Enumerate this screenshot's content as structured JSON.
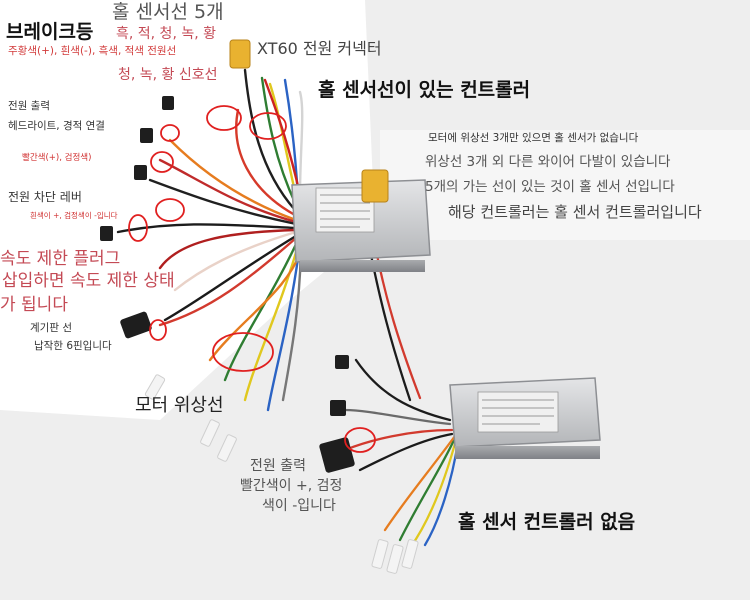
{
  "image": {
    "colors": {
      "background": "#f1f1f1",
      "paper": "#ffffff",
      "controller_body": "#c9cacc",
      "controller_edge": "#8d8f93",
      "xt60_connector": "#e9b230",
      "annotation_red": "#e02020"
    },
    "labels": {
      "brake_light": "브레이크등",
      "brake_light_wires": "주황색(+), 흰색(-), 흑색, 적색 전원선",
      "hall_5": "홀 센서선 5개",
      "hall_5_colors": "흑, 적, 청, 녹, 황",
      "hall_5_signal": "청, 녹, 황 신호선",
      "xt60": "XT60 전원 커넥터",
      "hall_controller": "홀 센서선이 있는 컨트롤러",
      "power_out_1": "전원 출력",
      "power_out_2": "헤드라이트, 경적 연결",
      "power_out_colors": "빨간색(+), 검정색)",
      "cutoff_lever": "전원 차단 레버",
      "cutoff_lever_wires": "흰색이 +, 검정색이 -입니다",
      "speed_limit_1": "속도 제한 플러그",
      "speed_limit_2": "삽입하면 속도 제한 상태",
      "speed_limit_3": "가 됩니다",
      "dash_1": "계기판 선",
      "dash_2": "납작한 6핀입니다",
      "motor_phase": "모터 위상선",
      "out2_1": "전원 출력",
      "out2_2": "빨간색이 +, 검정",
      "out2_3": "색이 -입니다",
      "note_1": "모터에 위상선 3개만 있으면 홀 센서가 없습니다",
      "note_2": "위상선 3개 외 다른 와이어 다발이 있습니다",
      "note_3": "5개의 가는 선이 있는 것이 홀 센서 선입니다",
      "note_4": "해당 컨트롤러는 홀 센서 컨트롤러입니다",
      "no_hall": "홀 센서 컨트롤러 없음"
    }
  }
}
